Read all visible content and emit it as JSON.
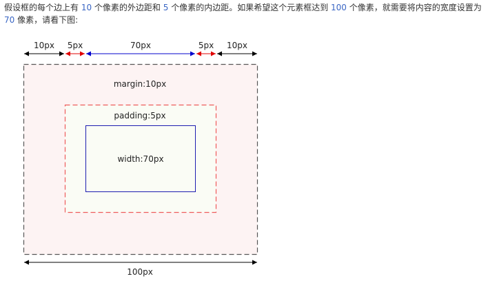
{
  "intro": {
    "part1": "假设框的每个边上有 ",
    "num1": "10",
    "part2": " 个像素的外边距和 ",
    "num2": "5",
    "part3": " 个像素的内边距。如果希望这个元素框达到 ",
    "num3": "100",
    "part4": " 个像素，就需要将内容的宽度设置为 ",
    "num4": "70",
    "part5": " 像素，请看下图:"
  },
  "diagram": {
    "top_measurements": [
      {
        "label": "10px",
        "color": "#000000"
      },
      {
        "label": "5px",
        "color": "#e00000"
      },
      {
        "label": "70px",
        "color": "#0000cc"
      },
      {
        "label": "5px",
        "color": "#e00000"
      },
      {
        "label": "10px",
        "color": "#000000"
      }
    ],
    "margin_label": "margin:10px",
    "padding_label": "padding:5px",
    "content_label": "width:70px",
    "bottom_measurement": "100px",
    "colors": {
      "margin_fill": "#fdf3f3",
      "margin_border": "#555555",
      "padding_fill": "#fafcf5",
      "padding_border": "#ee5a5a",
      "content_border": "#1c1cb0"
    }
  }
}
